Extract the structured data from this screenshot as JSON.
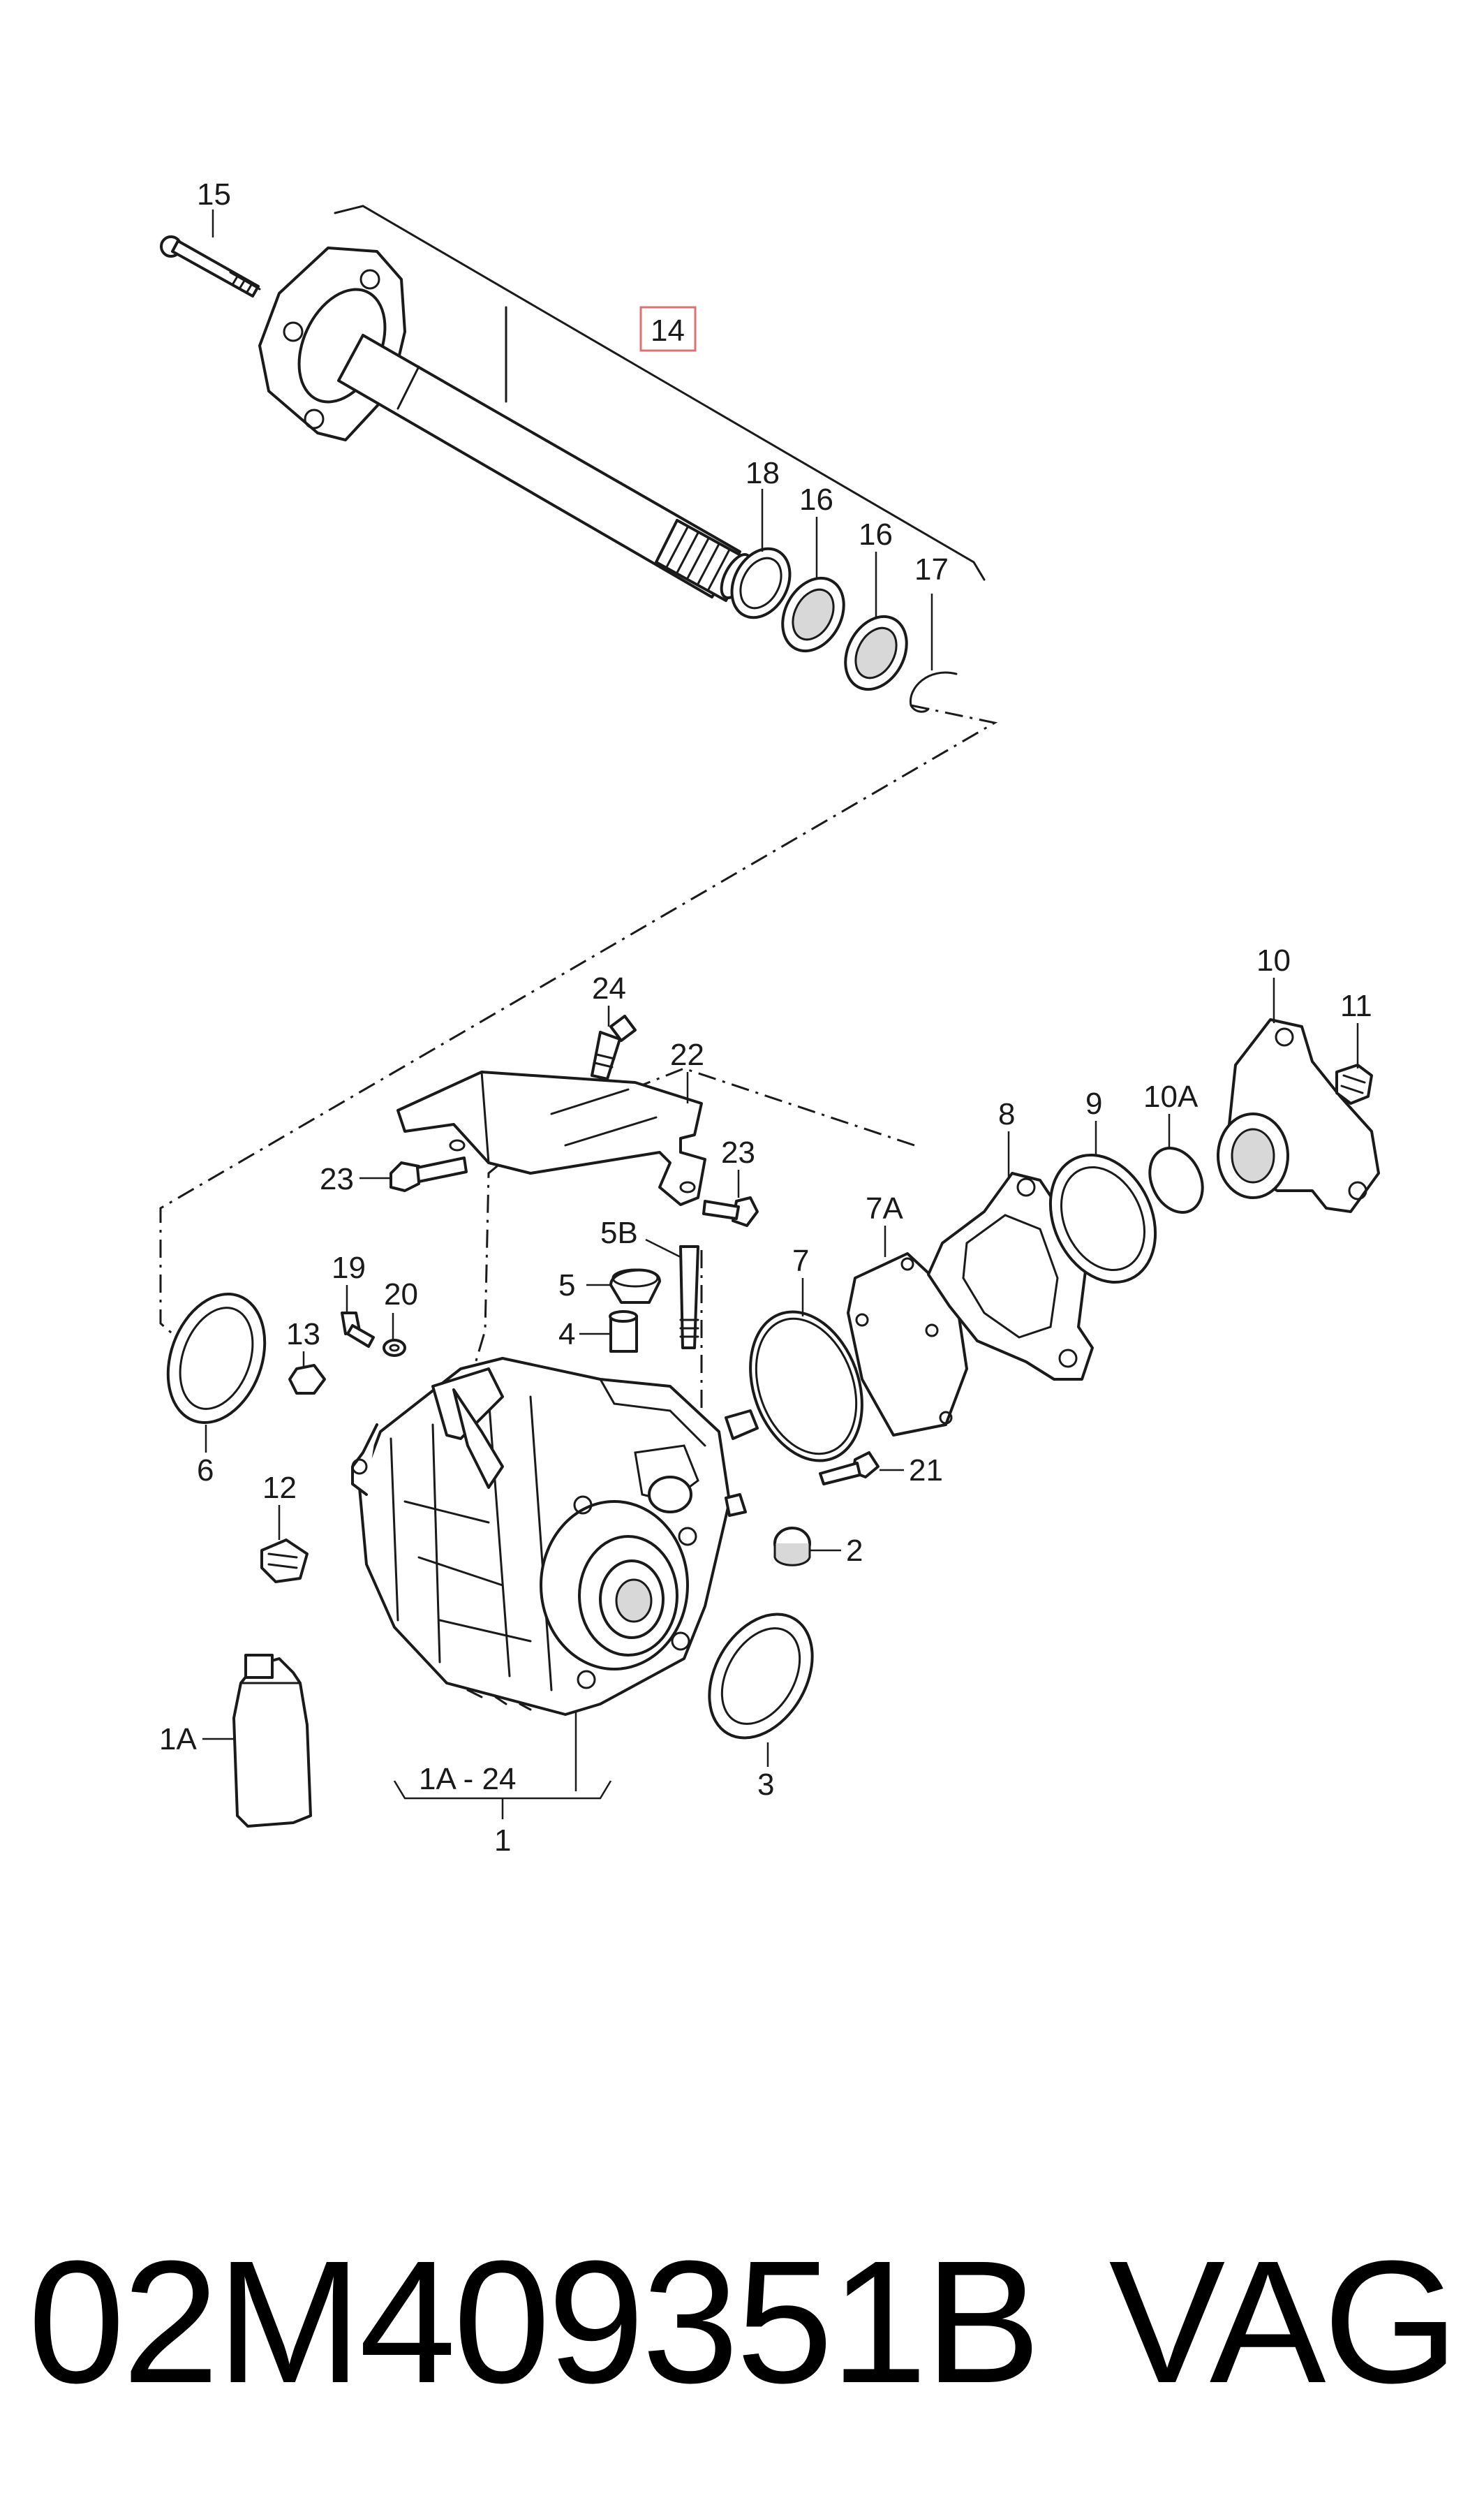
{
  "callouts": {
    "c15": "15",
    "c14": "14",
    "c18": "18",
    "c16a": "16",
    "c16b": "16",
    "c17": "17",
    "c24": "24",
    "c22": "22",
    "c10": "10",
    "c11": "11",
    "c23a": "23",
    "c23b": "23",
    "c10A": "10A",
    "c9": "9",
    "c8": "8",
    "c7A": "7A",
    "c7": "7",
    "c5B": "5B",
    "c5": "5",
    "c4": "4",
    "c19": "19",
    "c20": "20",
    "c13": "13",
    "c6": "6",
    "c21": "21",
    "c12": "12",
    "c2": "2",
    "c3": "3",
    "c1A": "1A",
    "range": "1A - 24",
    "c1": "1"
  },
  "highlight_color": "#e07070",
  "caption": {
    "part_number": "02M409351B",
    "brand": "VAG"
  }
}
